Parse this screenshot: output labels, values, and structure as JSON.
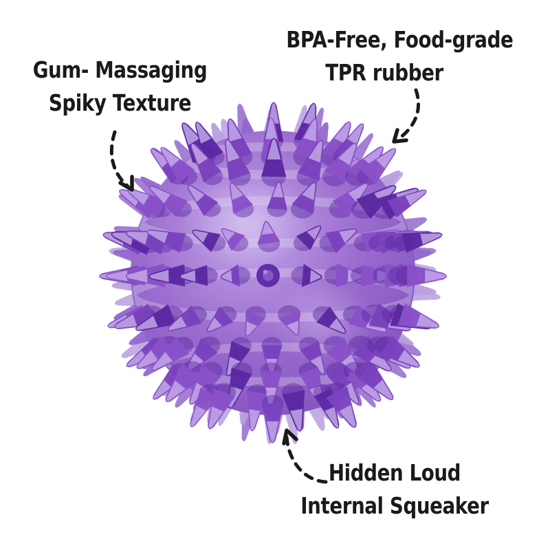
{
  "image": {
    "description": "Product infographic photo of a translucent purple spiky rubber ball dog toy on a white background with three hand-written annotations and dashed arrows"
  },
  "annotations": {
    "gum": {
      "line1": "Gum- Massaging",
      "line2": "Spiky Texture"
    },
    "bpa": {
      "line1": "BPA-Free, Food-grade",
      "line2": "TPR rubber"
    },
    "squeaker": {
      "line1": "Hidden Loud",
      "line2": "Internal Squeaker"
    }
  },
  "annotation_style": {
    "text_color": "#1a1a1a",
    "arrow_color": "#1a1a1a"
  },
  "product_image": {
    "colors": {
      "spike_dark": "#5b28a2",
      "spike_mid": "#7a42bd",
      "spike_mid2": "#8951c8",
      "spike_light": "#c6aeea",
      "body_light": "#c2a4e8",
      "body_mid": "#9b6dce",
      "body_edge": "#7c4bba",
      "body_sheen": "#e9e0f6",
      "ring_spike_light": "#b89fdf",
      "ring_spike_mid": "#9468cd",
      "headon_outer": "#612da8",
      "headon_inner": "#8355c5",
      "headon_glint": "#b291e2"
    }
  }
}
